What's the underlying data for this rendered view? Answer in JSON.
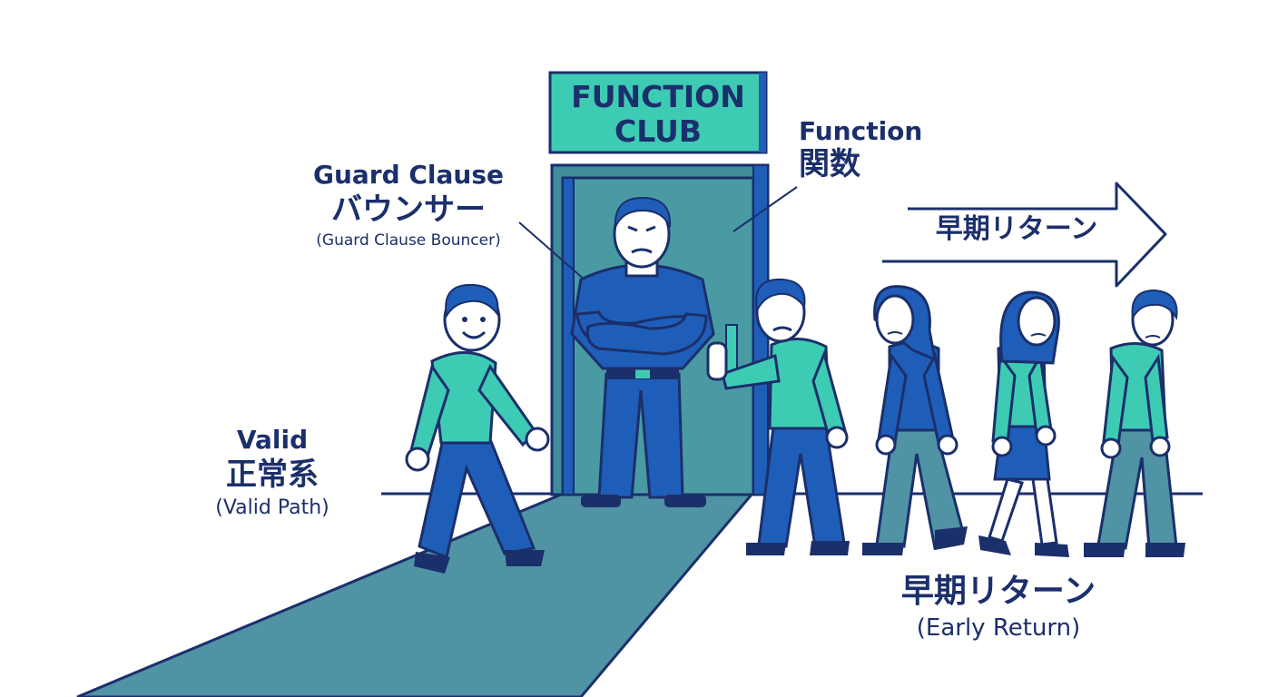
{
  "sign": {
    "line1": "FUNCTION",
    "line2": "CLUB"
  },
  "guard_label": {
    "title": "Guard Clause",
    "jp": "バウンサー",
    "en": "(Guard Clause Bouncer)"
  },
  "function_label": {
    "title": "Function",
    "jp": "関数"
  },
  "valid_label": {
    "title": "Valid",
    "jp": "正常系",
    "en": "(Valid Path)"
  },
  "arrow_label": {
    "jp": "早期リターン"
  },
  "early_return_label": {
    "jp": "早期リターン",
    "en": "(Early Return)"
  },
  "colors": {
    "navy": "#1b2f6b",
    "teal": "#3ecbb4",
    "door": "#4a9aa3",
    "blue": "#1f5eb8",
    "carpet": "#4f93a4"
  }
}
